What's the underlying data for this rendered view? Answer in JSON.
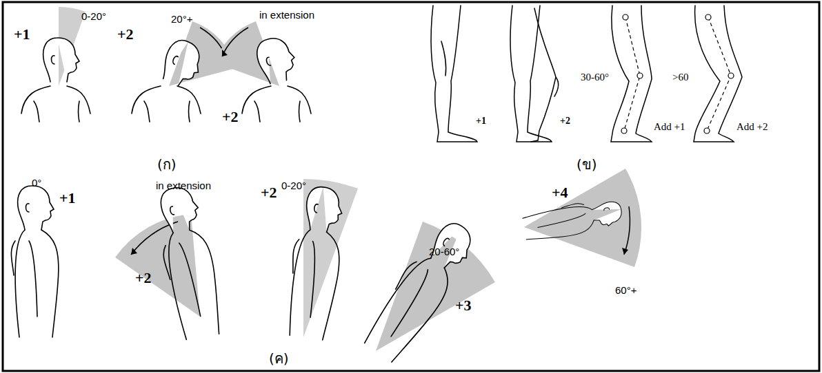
{
  "diagram": {
    "labels": [
      "+1",
      "0-20°",
      "+2",
      "20°+",
      "in extension",
      "+2",
      "+1",
      "+2",
      "30-60°",
      ">60",
      "Add +1",
      "Add +2",
      "(ก)",
      "(ข)",
      "0°",
      "+1",
      "in extension",
      "+2",
      "+2",
      "0-20°",
      "20-60°",
      "+3",
      "+4",
      "60°+",
      "(ค)"
    ]
  }
}
